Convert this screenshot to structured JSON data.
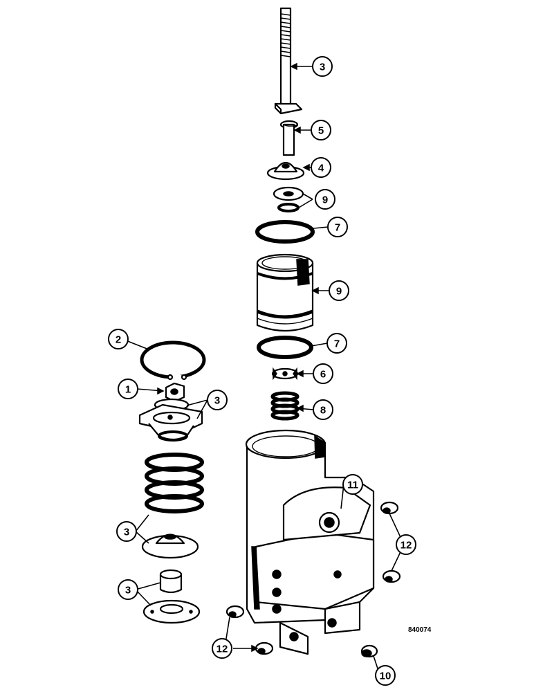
{
  "reference_code": "840074",
  "callouts": [
    {
      "id": "c3-top",
      "label": "3"
    },
    {
      "id": "c5",
      "label": "5"
    },
    {
      "id": "c4",
      "label": "4"
    },
    {
      "id": "c9-top",
      "label": "9"
    },
    {
      "id": "c7-top",
      "label": "7"
    },
    {
      "id": "c9-mid",
      "label": "9"
    },
    {
      "id": "c7-low",
      "label": "7"
    },
    {
      "id": "c6",
      "label": "6"
    },
    {
      "id": "c8",
      "label": "8"
    },
    {
      "id": "c2",
      "label": "2"
    },
    {
      "id": "c1",
      "label": "1"
    },
    {
      "id": "c3-cap",
      "label": "3"
    },
    {
      "id": "c11",
      "label": "11"
    },
    {
      "id": "c12-right",
      "label": "12"
    },
    {
      "id": "c3-seat",
      "label": "3"
    },
    {
      "id": "c3-base",
      "label": "3"
    },
    {
      "id": "c12-left",
      "label": "12"
    },
    {
      "id": "c10",
      "label": "10"
    }
  ]
}
